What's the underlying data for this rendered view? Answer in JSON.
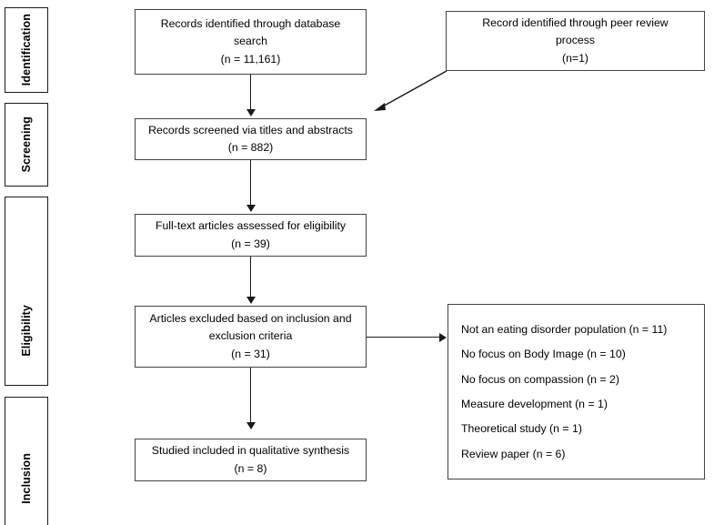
{
  "diagram": {
    "title": "PRISMA study selection flow diagram",
    "type": "flowchart",
    "colors": {
      "box_border": "#434343",
      "stage_border": "#1a1a1a",
      "connector": "#1a1a1a",
      "background": "#ffffff",
      "text": "#000000"
    }
  },
  "stages": [
    {
      "label": "Identification"
    },
    {
      "label": "Screening"
    },
    {
      "label": "Eligibility"
    },
    {
      "label": "Inclusion"
    }
  ],
  "boxes": {
    "records_identified": {
      "lines": [
        "Records identified through database",
        "search",
        "(n = 11,161)"
      ]
    },
    "peer_review": {
      "lines": [
        "Record identified through peer review",
        "process",
        "(n=1)"
      ]
    },
    "records_screened": {
      "lines": [
        "Records screened via titles and abstracts",
        "(n = 882)"
      ]
    },
    "fulltext_assessed": {
      "lines": [
        "Full-text articles assessed for eligibility",
        "(n = 39)"
      ]
    },
    "articles_excluded": {
      "lines": [
        "Articles excluded based on inclusion and",
        "exclusion criteria",
        "(n = 31)"
      ]
    },
    "studies_included": {
      "lines": [
        "Studied included in qualitative synthesis",
        "(n = 8)"
      ]
    }
  },
  "exclusion_reasons": [
    "Not an eating disorder population (n = 11)",
    "No focus on Body Image (n = 10)",
    "No focus on compassion (n = 2)",
    "Measure development (n = 1)",
    "Theoretical study (n = 1)",
    "Review paper (n = 6)"
  ]
}
